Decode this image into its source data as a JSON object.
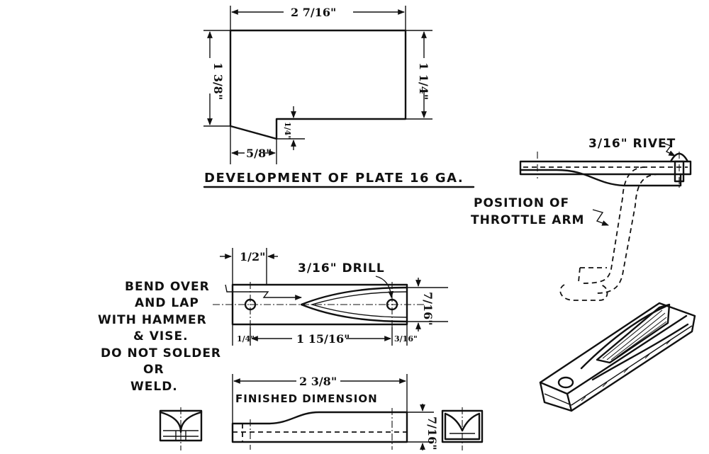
{
  "development": {
    "title": "Development Of Plate 16 Ga.",
    "width_dim": "2 7/16\"",
    "left_height_dim": "1 3/8\"",
    "right_height_dim": "1 1/4\"",
    "notch_dim": "1/4\"",
    "bottom_dim": "5/8\""
  },
  "plan_view": {
    "top_dim": "1/2\"",
    "drill_label": "3/16\" Drill",
    "right_height_dim": "7/16\"",
    "left_bottom_dim": "1/4\"",
    "center_bottom_dim": "1 15/16\"",
    "right_bottom_dim": "3/16\"",
    "bend_note": [
      "Bend Over",
      "And Lap",
      "With Hammer",
      "& Vise.",
      "Do Not Solder",
      "Or",
      "Weld."
    ]
  },
  "side_view": {
    "overall_dim": "2 3/8\"",
    "caption": "Finished Dimension",
    "height_dim": "7/16\""
  },
  "throttle": {
    "rivet_label": "3/16\" Rivet",
    "position_label": [
      "Position Of",
      "Throttle Arm"
    ]
  }
}
